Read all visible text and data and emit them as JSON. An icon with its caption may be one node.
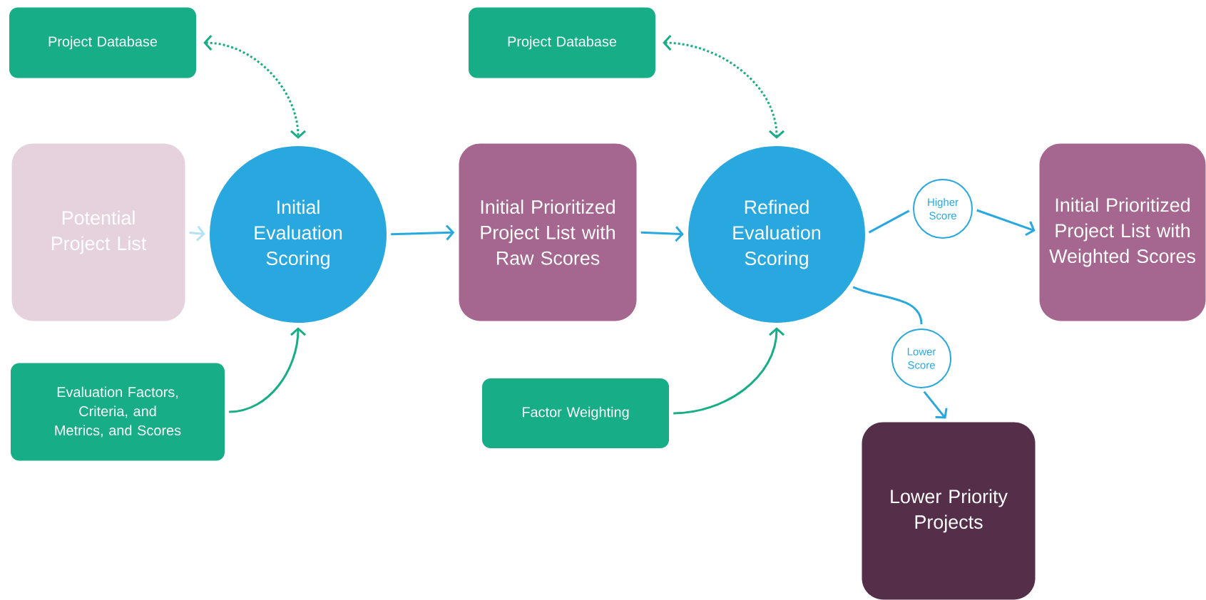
{
  "diagram": {
    "nodes": [
      {
        "text": [
          "Project Database"
        ]
      },
      {
        "text": [
          "Potential Project List"
        ]
      },
      {
        "text": [
          "Initial Evaluation Scoring"
        ]
      },
      {
        "text": [
          "Evaluation Factors, Criteria, and Metrics, and Scores"
        ]
      },
      {
        "text": [
          "Project Database"
        ]
      },
      {
        "text": [
          "Initial Prioritized Project List with Raw Scores"
        ]
      },
      {
        "text": [
          "Refined Evaluation Scoring"
        ]
      },
      {
        "text": [
          "Factor Weighting"
        ]
      },
      {
        "text": [
          "Higher Score"
        ]
      },
      {
        "text": [
          "Initial Prioritized Project List with Weighted Scores"
        ]
      },
      {
        "text": [
          "Lower Score"
        ]
      },
      {
        "text": [
          "Lower Priority Projects"
        ]
      }
    ],
    "edges": [
      {
        "from": 0,
        "to": 2,
        "arrow": "both",
        "style": "dashed",
        "color": "#17ae87"
      },
      {
        "from": 1,
        "to": 2,
        "arrow": "to",
        "color": "#b5e2f5"
      },
      {
        "from": 3,
        "to": 2,
        "arrow": "to",
        "color": "#17ae87"
      },
      {
        "from": 2,
        "to": 5,
        "arrow": "to"
      },
      {
        "from": 4,
        "to": 6,
        "arrow": "both",
        "style": "dashed",
        "color": "#17ae87"
      },
      {
        "from": 5,
        "to": 6,
        "arrow": "to"
      },
      {
        "from": 7,
        "to": 6,
        "arrow": "to",
        "color": "#17ae87"
      },
      {
        "from": 6,
        "to": 8,
        "arrow": "none"
      },
      {
        "from": 8,
        "to": 9,
        "arrow": "to"
      },
      {
        "from": 6,
        "to": 10,
        "arrow": "none"
      },
      {
        "from": 10,
        "to": 11,
        "arrow": "to"
      }
    ]
  }
}
